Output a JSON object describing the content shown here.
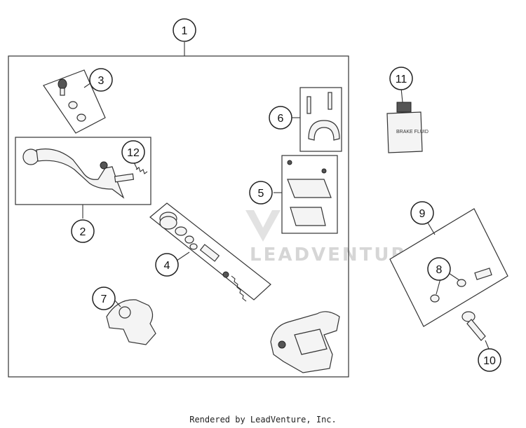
{
  "callouts": [
    {
      "id": "1",
      "label": "1"
    },
    {
      "id": "2",
      "label": "2"
    },
    {
      "id": "3",
      "label": "3"
    },
    {
      "id": "4",
      "label": "4"
    },
    {
      "id": "5",
      "label": "5"
    },
    {
      "id": "6",
      "label": "6"
    },
    {
      "id": "7",
      "label": "7"
    },
    {
      "id": "8",
      "label": "8"
    },
    {
      "id": "9",
      "label": "9"
    },
    {
      "id": "10",
      "label": "10"
    },
    {
      "id": "11",
      "label": "11"
    },
    {
      "id": "12",
      "label": "12"
    }
  ],
  "bottle_label": "BRAKE FLUID",
  "watermark": "LEADVENTURE",
  "footer": "Rendered by LeadVenture, Inc."
}
